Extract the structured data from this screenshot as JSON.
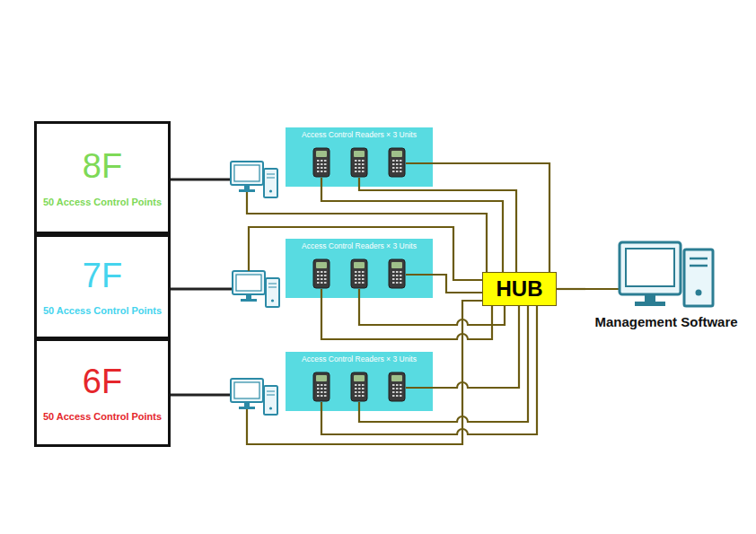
{
  "diagram": {
    "nodes": [
      {
        "text": [
          "8F",
          "50 Access Control Points"
        ]
      },
      {
        "text": [
          "7F",
          "50 Access Control Points"
        ]
      },
      {
        "text": [
          "6F",
          "50 Access Control Points"
        ]
      },
      {
        "text": [
          "Access Control Readers × 3 Units"
        ]
      },
      {
        "text": [
          "Access Control Readers × 3 Units"
        ]
      },
      {
        "text": [
          "Access Control Readers × 3 Units"
        ]
      },
      {
        "text": [
          "HUB"
        ]
      },
      {
        "text": [
          "Management Software"
        ]
      }
    ],
    "edges": [
      {
        "from": 3,
        "to": 6,
        "arrow": "none"
      },
      {
        "from": 4,
        "to": 6,
        "arrow": "none"
      },
      {
        "from": 5,
        "to": 6,
        "arrow": "none"
      },
      {
        "from": 6,
        "to": 7,
        "arrow": "none"
      }
    ]
  }
}
